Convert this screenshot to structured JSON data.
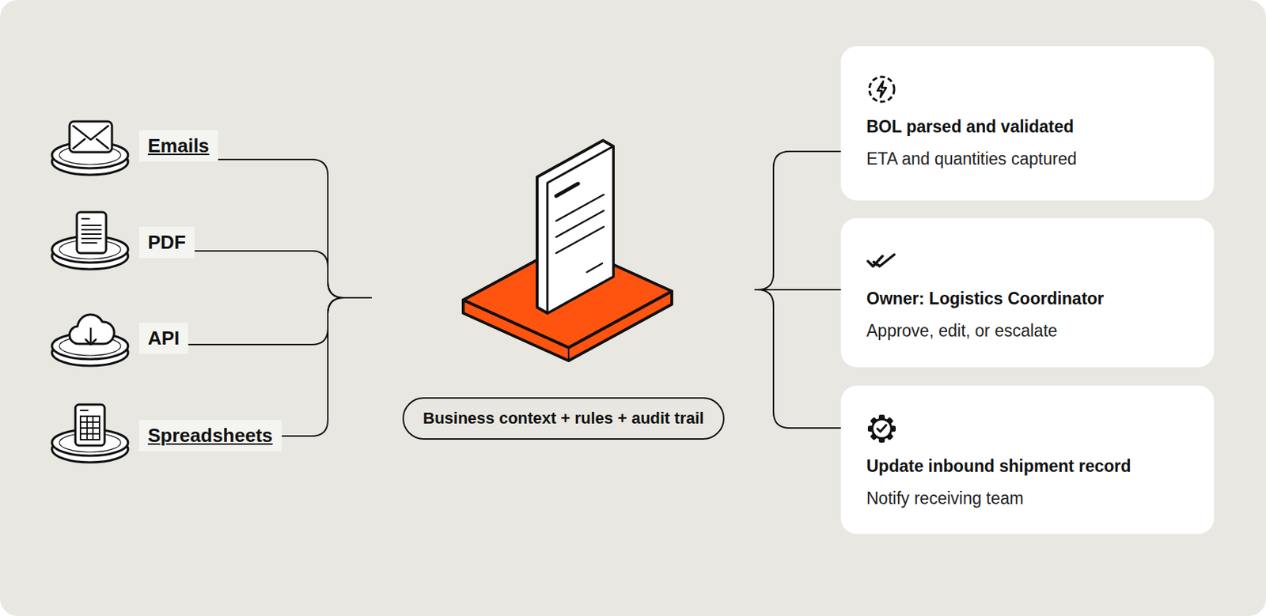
{
  "diagram": {
    "nodes": [
      {
        "text": [
          "Emails"
        ]
      },
      {
        "text": [
          "PDF"
        ]
      },
      {
        "text": [
          "API"
        ]
      },
      {
        "text": [
          "Spreadsheets"
        ]
      },
      {
        "text": [
          "Business context + rules + audit trail"
        ]
      },
      {
        "text": [
          "BOL parsed and validated",
          "ETA and quantities captured"
        ]
      },
      {
        "text": [
          "Owner: Logistics Coordinator",
          "Approve, edit, or escalate"
        ]
      },
      {
        "text": [
          "Update inbound shipment record",
          "Notify receiving team"
        ]
      }
    ],
    "edges": [
      {
        "from": 0,
        "to": 4,
        "arrow": "none"
      },
      {
        "from": 1,
        "to": 4,
        "arrow": "none"
      },
      {
        "from": 2,
        "to": 4,
        "arrow": "none"
      },
      {
        "from": 3,
        "to": 4,
        "arrow": "none"
      },
      {
        "from": 4,
        "to": 5,
        "arrow": "none"
      },
      {
        "from": 4,
        "to": 6,
        "arrow": "none"
      },
      {
        "from": 4,
        "to": 7,
        "arrow": "none"
      }
    ]
  }
}
